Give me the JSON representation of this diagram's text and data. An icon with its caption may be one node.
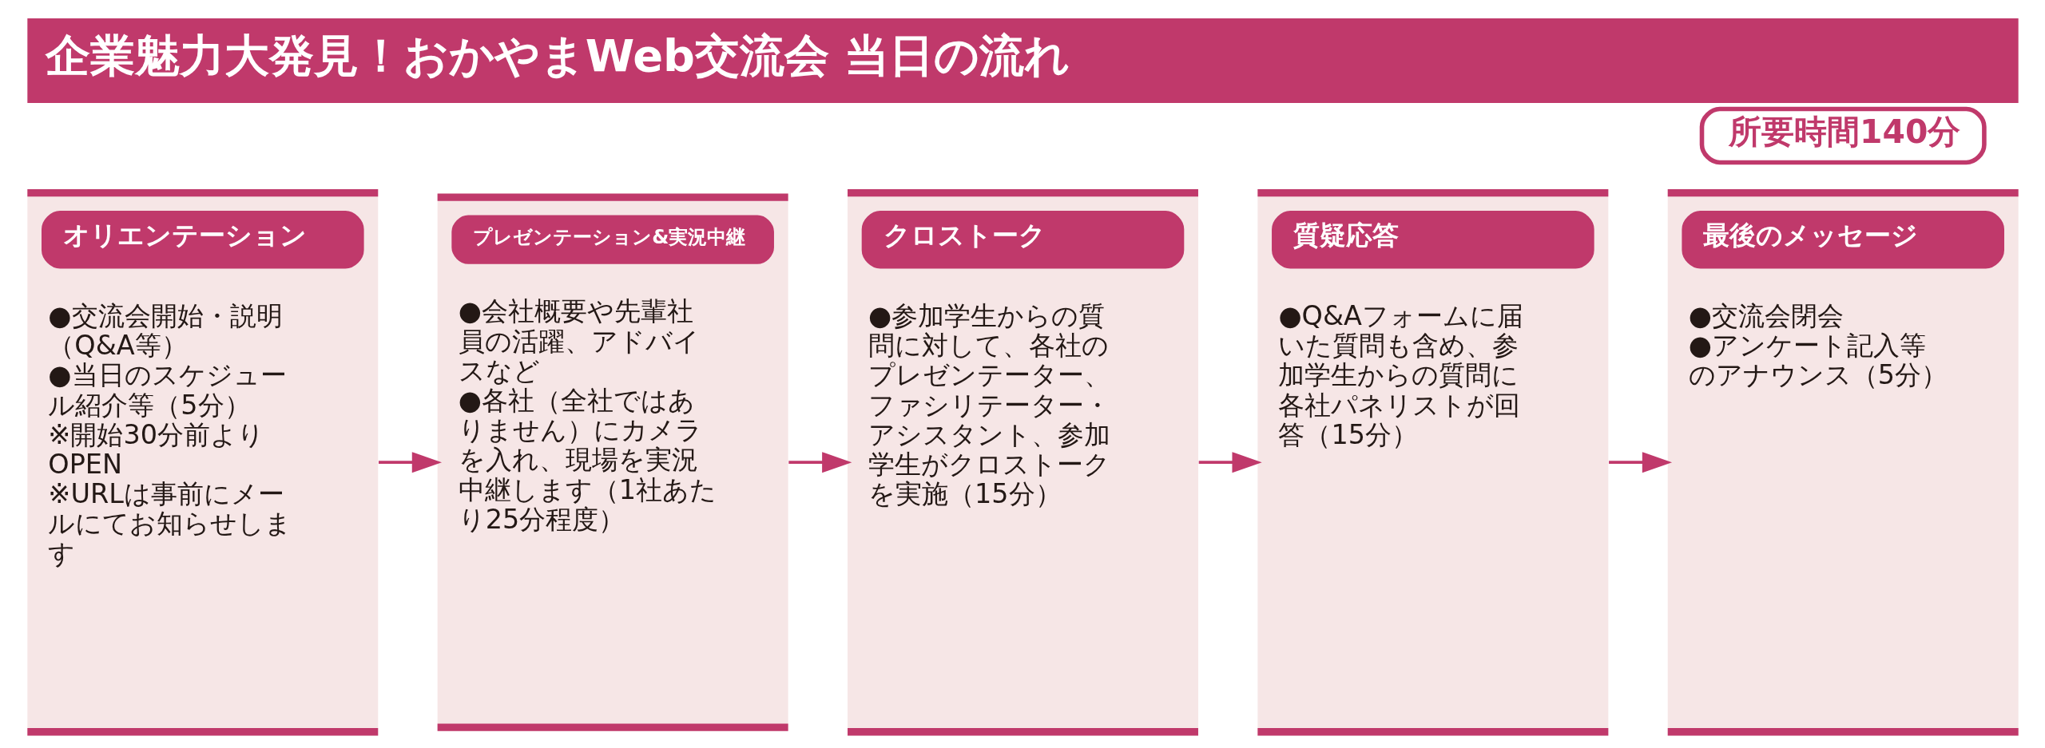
{
  "diagram": {
    "title": "企業魅力大発見！おかやまWeb交流会 当日の流れ",
    "nodes": [
      {
        "text": [
          "所要時間140分"
        ]
      },
      {
        "text": [
          "オリエンテーション",
          "●交流会開始・説明（Q&A等）",
          "●当日のスケジュール紹介等（5分）",
          "※開始30分前よりOPEN",
          "※URLは事前にメールにてお知らせします"
        ]
      },
      {
        "text": [
          "プレゼンテーション&実況中継",
          "●会社概要や先輩社員の活躍、アドバイスなど",
          "●各社（全社ではありません）にカメラを入れ、現場を実況中継します（1社あたり25分程度）"
        ]
      },
      {
        "text": [
          "クロストーク",
          "●参加学生からの質問に対して、各社のプレゼンテーター、ファシリテーター・アシスタント、参加学生がクロストークを実施（15分）"
        ]
      },
      {
        "text": [
          "質疑応答",
          "●Q&Aフォームに届いた質問も含め、参加学生からの質問に各社パネリストが回答（15分）"
        ]
      },
      {
        "text": [
          "最後のメッセージ",
          "●交流会閉会",
          "●アンケート記入等のアナウンス（5分）"
        ]
      }
    ],
    "edges": [
      {
        "from": 1,
        "to": 2,
        "arrow": "to"
      },
      {
        "from": 2,
        "to": 3,
        "arrow": "to"
      },
      {
        "from": 3,
        "to": 4,
        "arrow": "to"
      },
      {
        "from": 4,
        "to": 5,
        "arrow": "to"
      }
    ]
  }
}
